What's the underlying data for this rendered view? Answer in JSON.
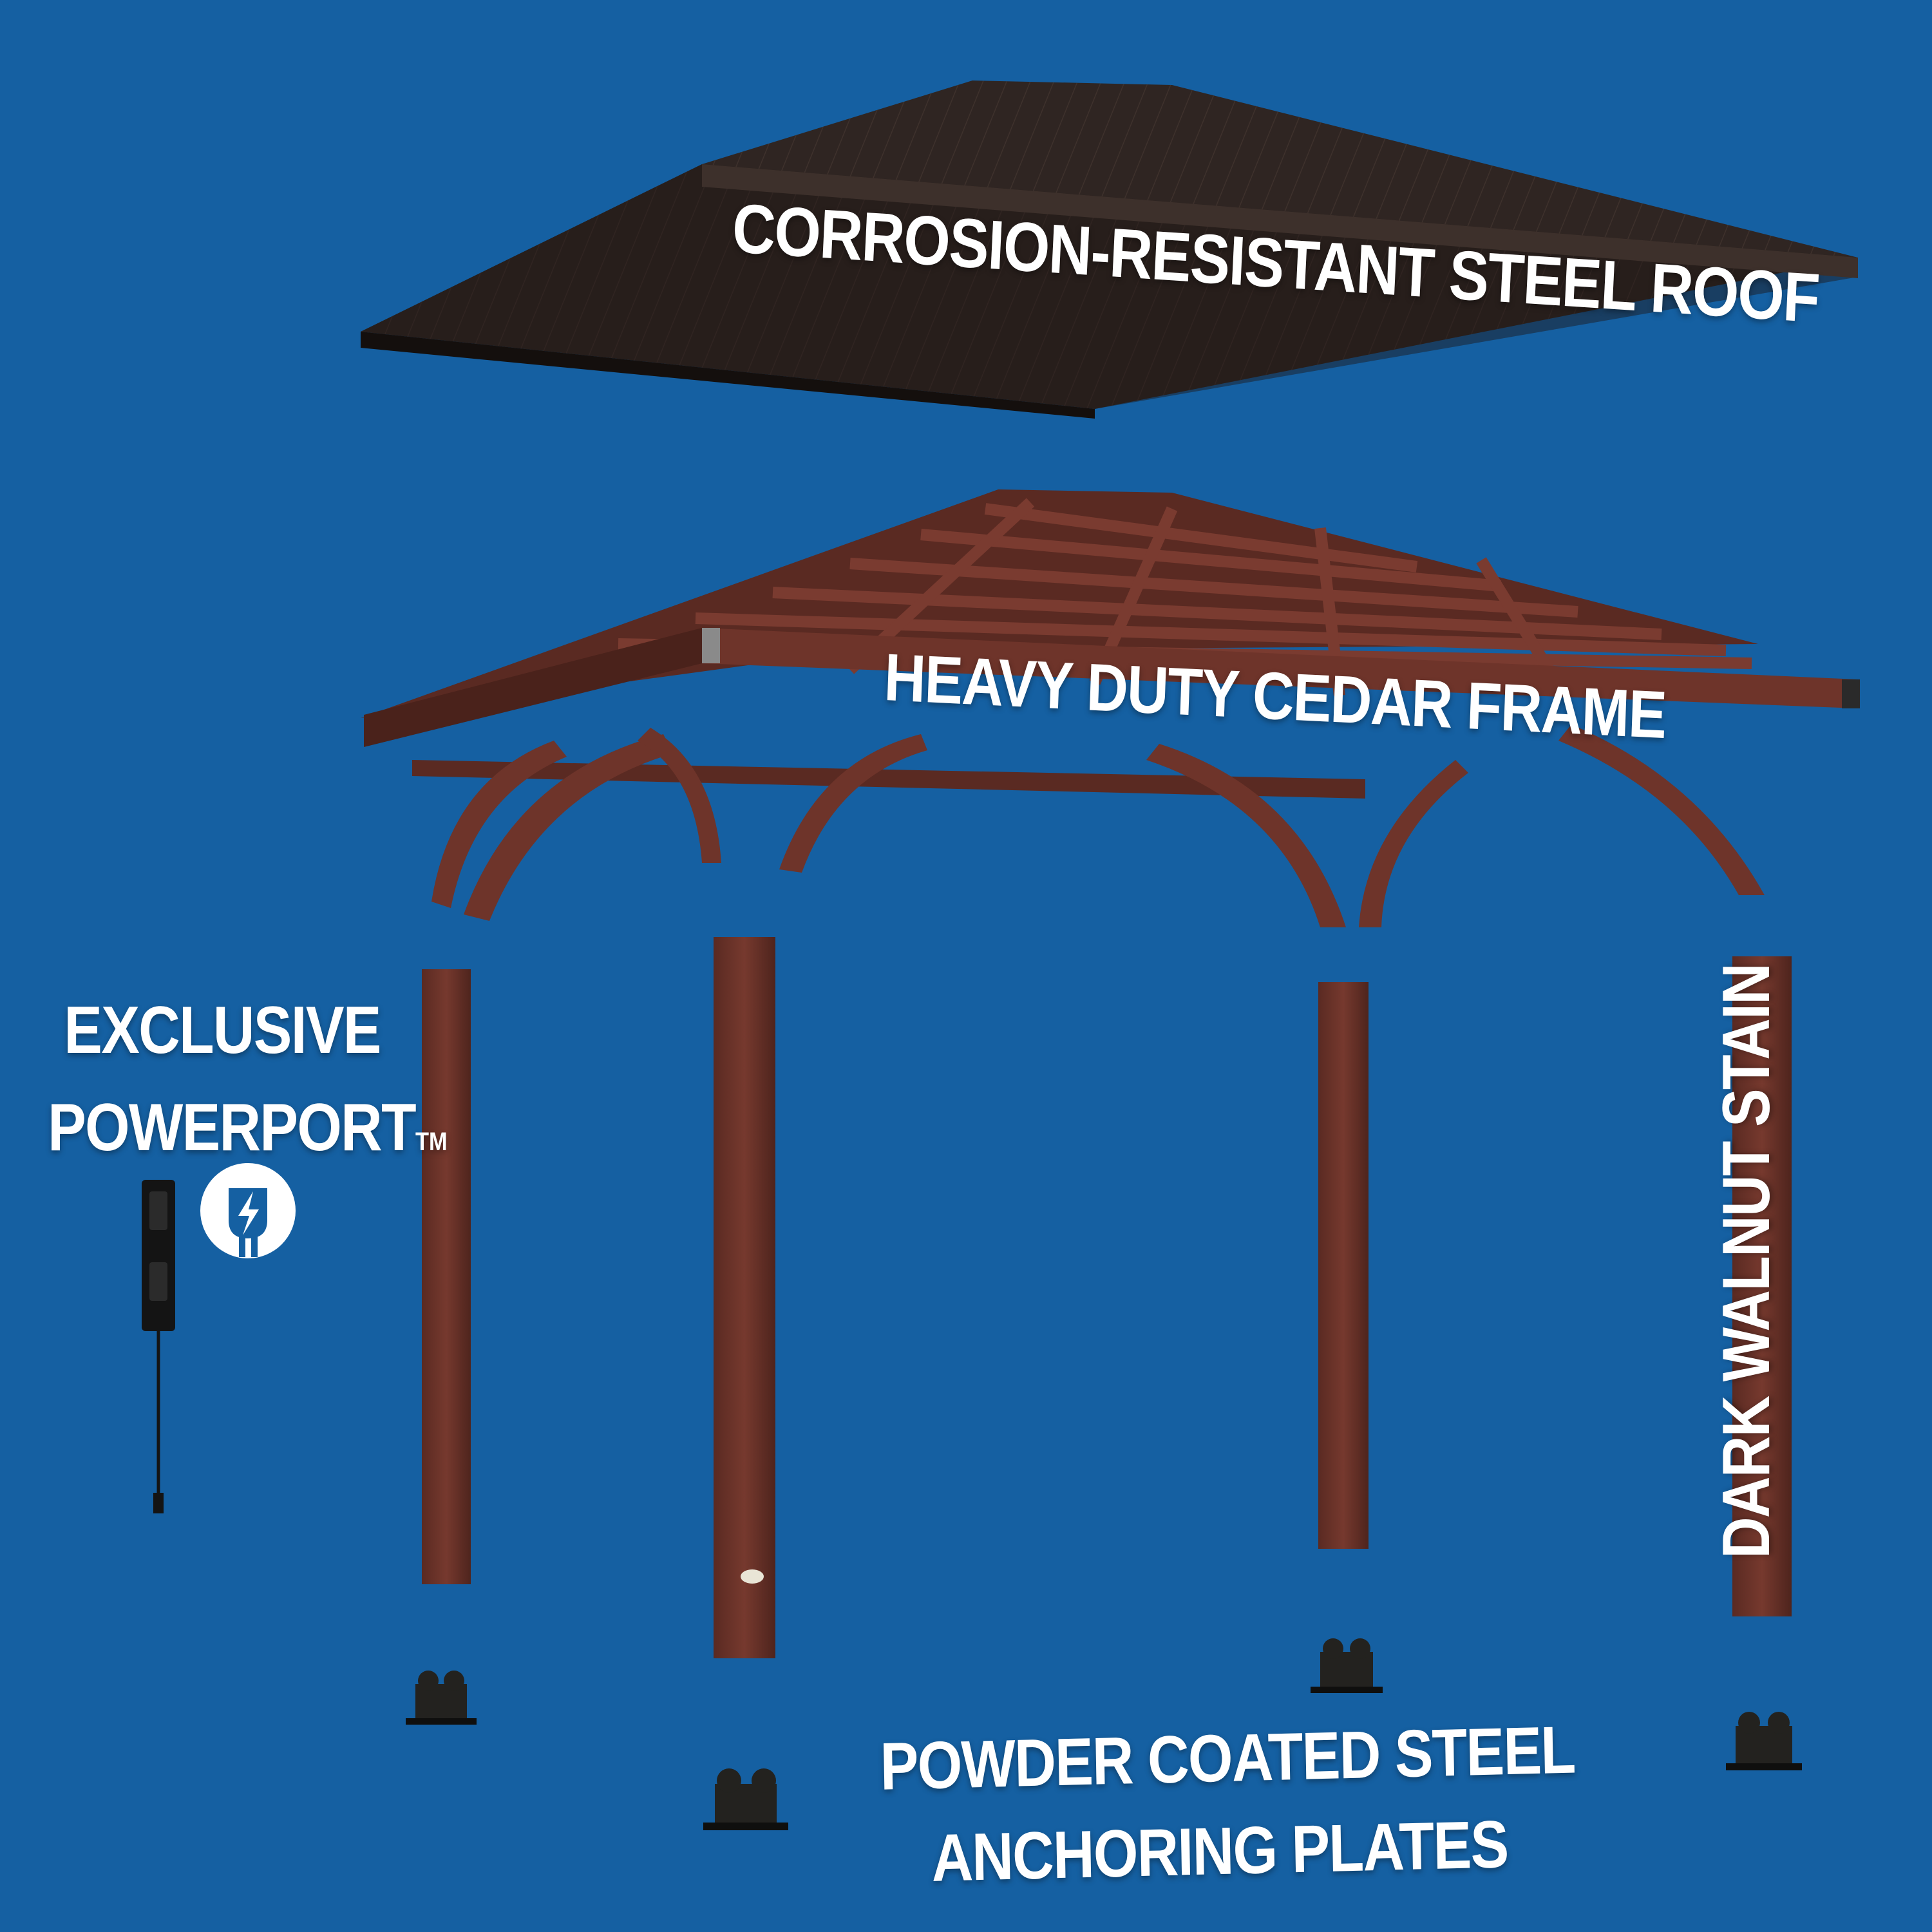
{
  "colors": {
    "background": "#1560a2",
    "roof": "#2f2522",
    "roof_dark": "#1e1714",
    "cedar": "#6e342a",
    "cedar_dark": "#4a221b",
    "steel": "#23221f",
    "label": "#ffffff"
  },
  "labels": {
    "roof": "CORROSION-RESISTANT STEEL ROOF",
    "frame": "HEAVY DUTY CEDAR FRAME",
    "powerport_line1": "EXCLUSIVE",
    "powerport_line2": "POWERPORT",
    "powerport_tm": "TM",
    "stain": "DARK WALNUT STAIN",
    "plates_line1": "POWDER COATED STEEL",
    "plates_line2": "ANCHORING PLATES"
  },
  "icons": {
    "power": "electric-plug-lightning-icon"
  }
}
